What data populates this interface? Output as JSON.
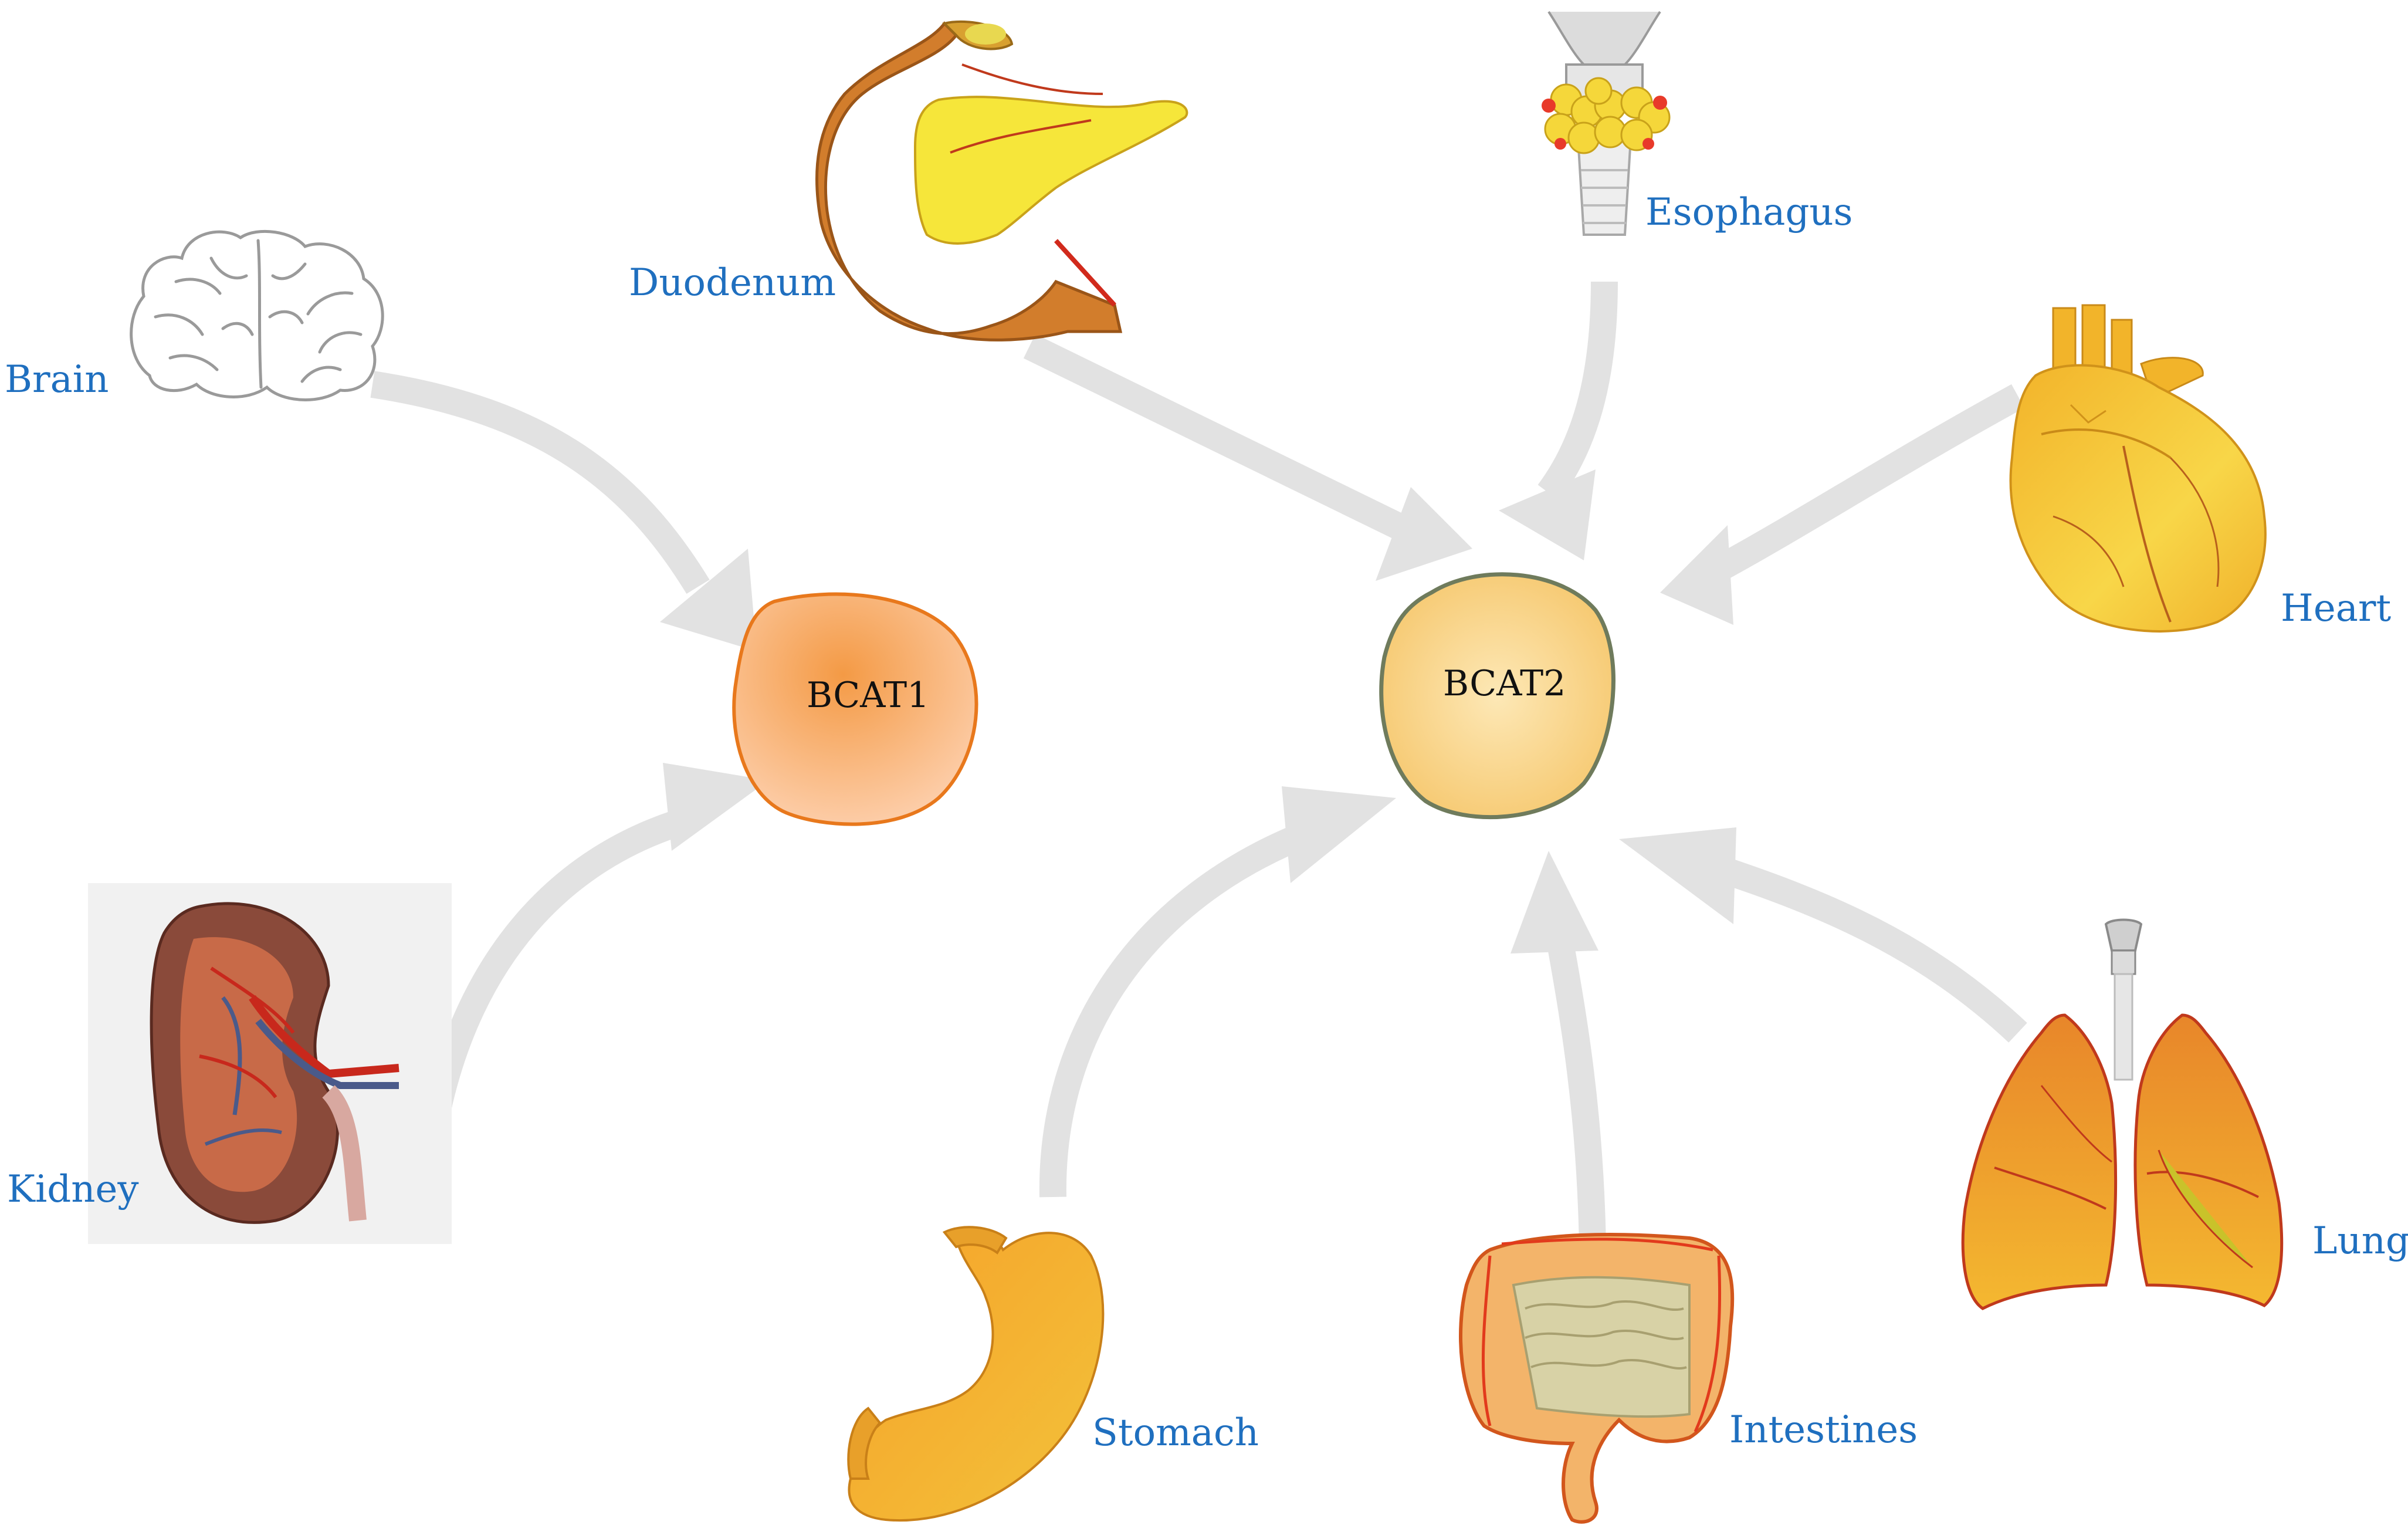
{
  "nodes": {
    "bcat1": {
      "label": "BCAT1",
      "fill_top": "#f6a24a",
      "fill_bottom": "#fcc59a",
      "stroke": "#e87a1e"
    },
    "bcat2": {
      "label": "BCAT2",
      "fill_top": "#f5c870",
      "fill_bottom": "#fde2a8",
      "stroke": "#6f7b5c"
    }
  },
  "organs": {
    "brain": {
      "label": "Brain",
      "icon": "brain-icon"
    },
    "kidney": {
      "label": "Kidney",
      "icon": "kidney-icon"
    },
    "duodenum": {
      "label": "Duodenum",
      "icon": "duodenum-pancreas-icon"
    },
    "esophagus": {
      "label": "Esophagus",
      "icon": "esophagus-thyroid-icon"
    },
    "heart": {
      "label": "Heart",
      "icon": "heart-icon"
    },
    "stomach": {
      "label": "Stomach",
      "icon": "stomach-icon"
    },
    "intestines": {
      "label": "Intestines",
      "icon": "intestines-icon"
    },
    "lung": {
      "label": "Lung",
      "icon": "lung-icon"
    }
  },
  "colors": {
    "label_text": "#1f6fbf",
    "arrow": "#e3e3e3",
    "organ_orange": "#e8872a",
    "organ_yellow": "#f7d43a",
    "vessel_red": "#d2261c"
  }
}
